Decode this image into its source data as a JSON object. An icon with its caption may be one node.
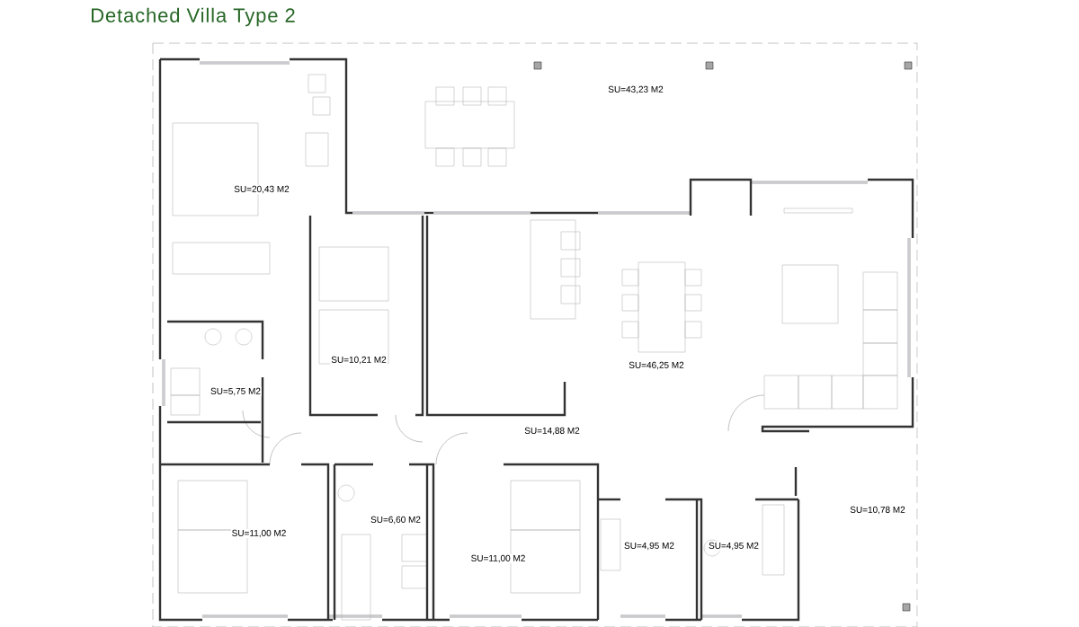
{
  "diagram": {
    "title": "Detached Villa Type 2",
    "labels": [
      "SU=43,23 M2",
      "SU=20,43 M2",
      "SU=10,21 M2",
      "SU=46,25 M2",
      "SU=5,75 M2",
      "SU=14,88 M2",
      "SU=10,78 M2",
      "SU=6,60 M2",
      "SU=11,00 M2",
      "SU=4,95 M2",
      "SU=4,95 M2",
      "SU=11,00 M2"
    ]
  }
}
